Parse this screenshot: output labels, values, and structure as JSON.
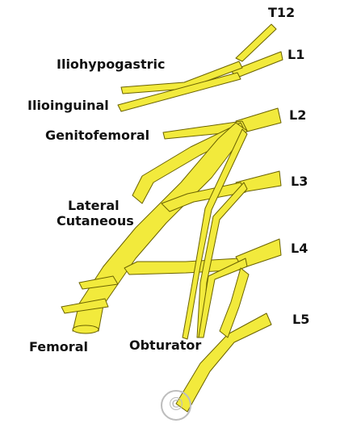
{
  "colors": {
    "nerve_fill": "#f2ea3c",
    "nerve_stroke": "#6b6300",
    "label_text": "#111111",
    "watermark": "#bdbdbd"
  },
  "roots": {
    "t12": "T12",
    "l1": "L1",
    "l2": "L2",
    "l3": "L3",
    "l4": "L4",
    "l5": "L5"
  },
  "nerves": {
    "iliohypogastric": "Iliohypogastric",
    "ilioinguinal": "Ilioinguinal",
    "genitofemoral": "Genitofemoral",
    "lateral_cutaneous_line1": "Lateral",
    "lateral_cutaneous_line2": "Cutaneous",
    "femoral": "Femoral",
    "obturator": "Obturator"
  },
  "watermark": {
    "symbol": "©"
  }
}
